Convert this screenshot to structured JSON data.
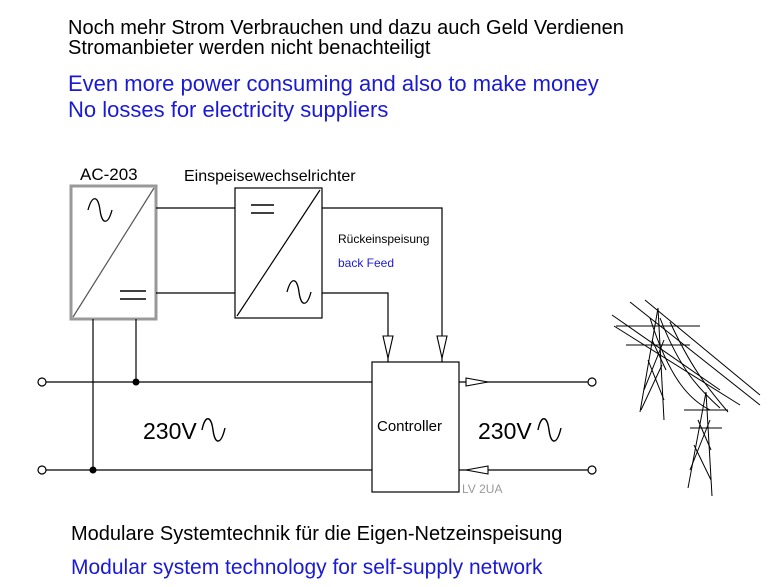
{
  "header": {
    "line1_de": "Noch mehr Strom Verbrauchen und dazu auch Geld Verdienen",
    "line2_de": "Stromanbieter werden nicht benachteiligt",
    "line1_en": "Even more power consuming and also to make money",
    "line2_en": "No losses for electricity suppliers"
  },
  "diagram": {
    "ac_label": "AC-203",
    "inverter_label": "Einspeisewechselrichter",
    "feedback_de": "Rückeinspeisung",
    "feedback_en": "back Feed",
    "controller_label": "Controller",
    "voltage_left": "230V",
    "voltage_right": "230V",
    "watermark": "LV 2UA"
  },
  "footer": {
    "line_de": "Modulare Systemtechnik für die Eigen-Netzeinspeisung",
    "line_en": "Modular system technology for self-supply network"
  },
  "colors": {
    "english_text": "#1a1ad6",
    "lines": "#000000",
    "ac_box_border": "#999999"
  }
}
